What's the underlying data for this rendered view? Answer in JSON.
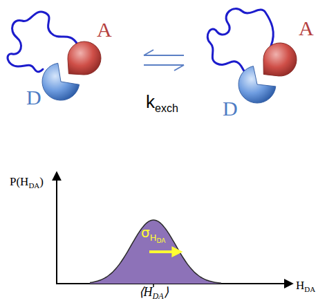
{
  "diagram": {
    "nodes": [
      {
        "text": [
          "A"
        ]
      },
      {
        "text": [
          "D"
        ]
      },
      {
        "text": [
          "A"
        ]
      },
      {
        "text": [
          "D"
        ]
      },
      {
        "text": [
          "σ",
          "H",
          "DA"
        ]
      }
    ],
    "labels": [
      "k",
      "exch",
      "P(H",
      "DA",
      ")",
      "H",
      "DA",
      "⟨",
      "H",
      "DA",
      "⟩"
    ]
  }
}
